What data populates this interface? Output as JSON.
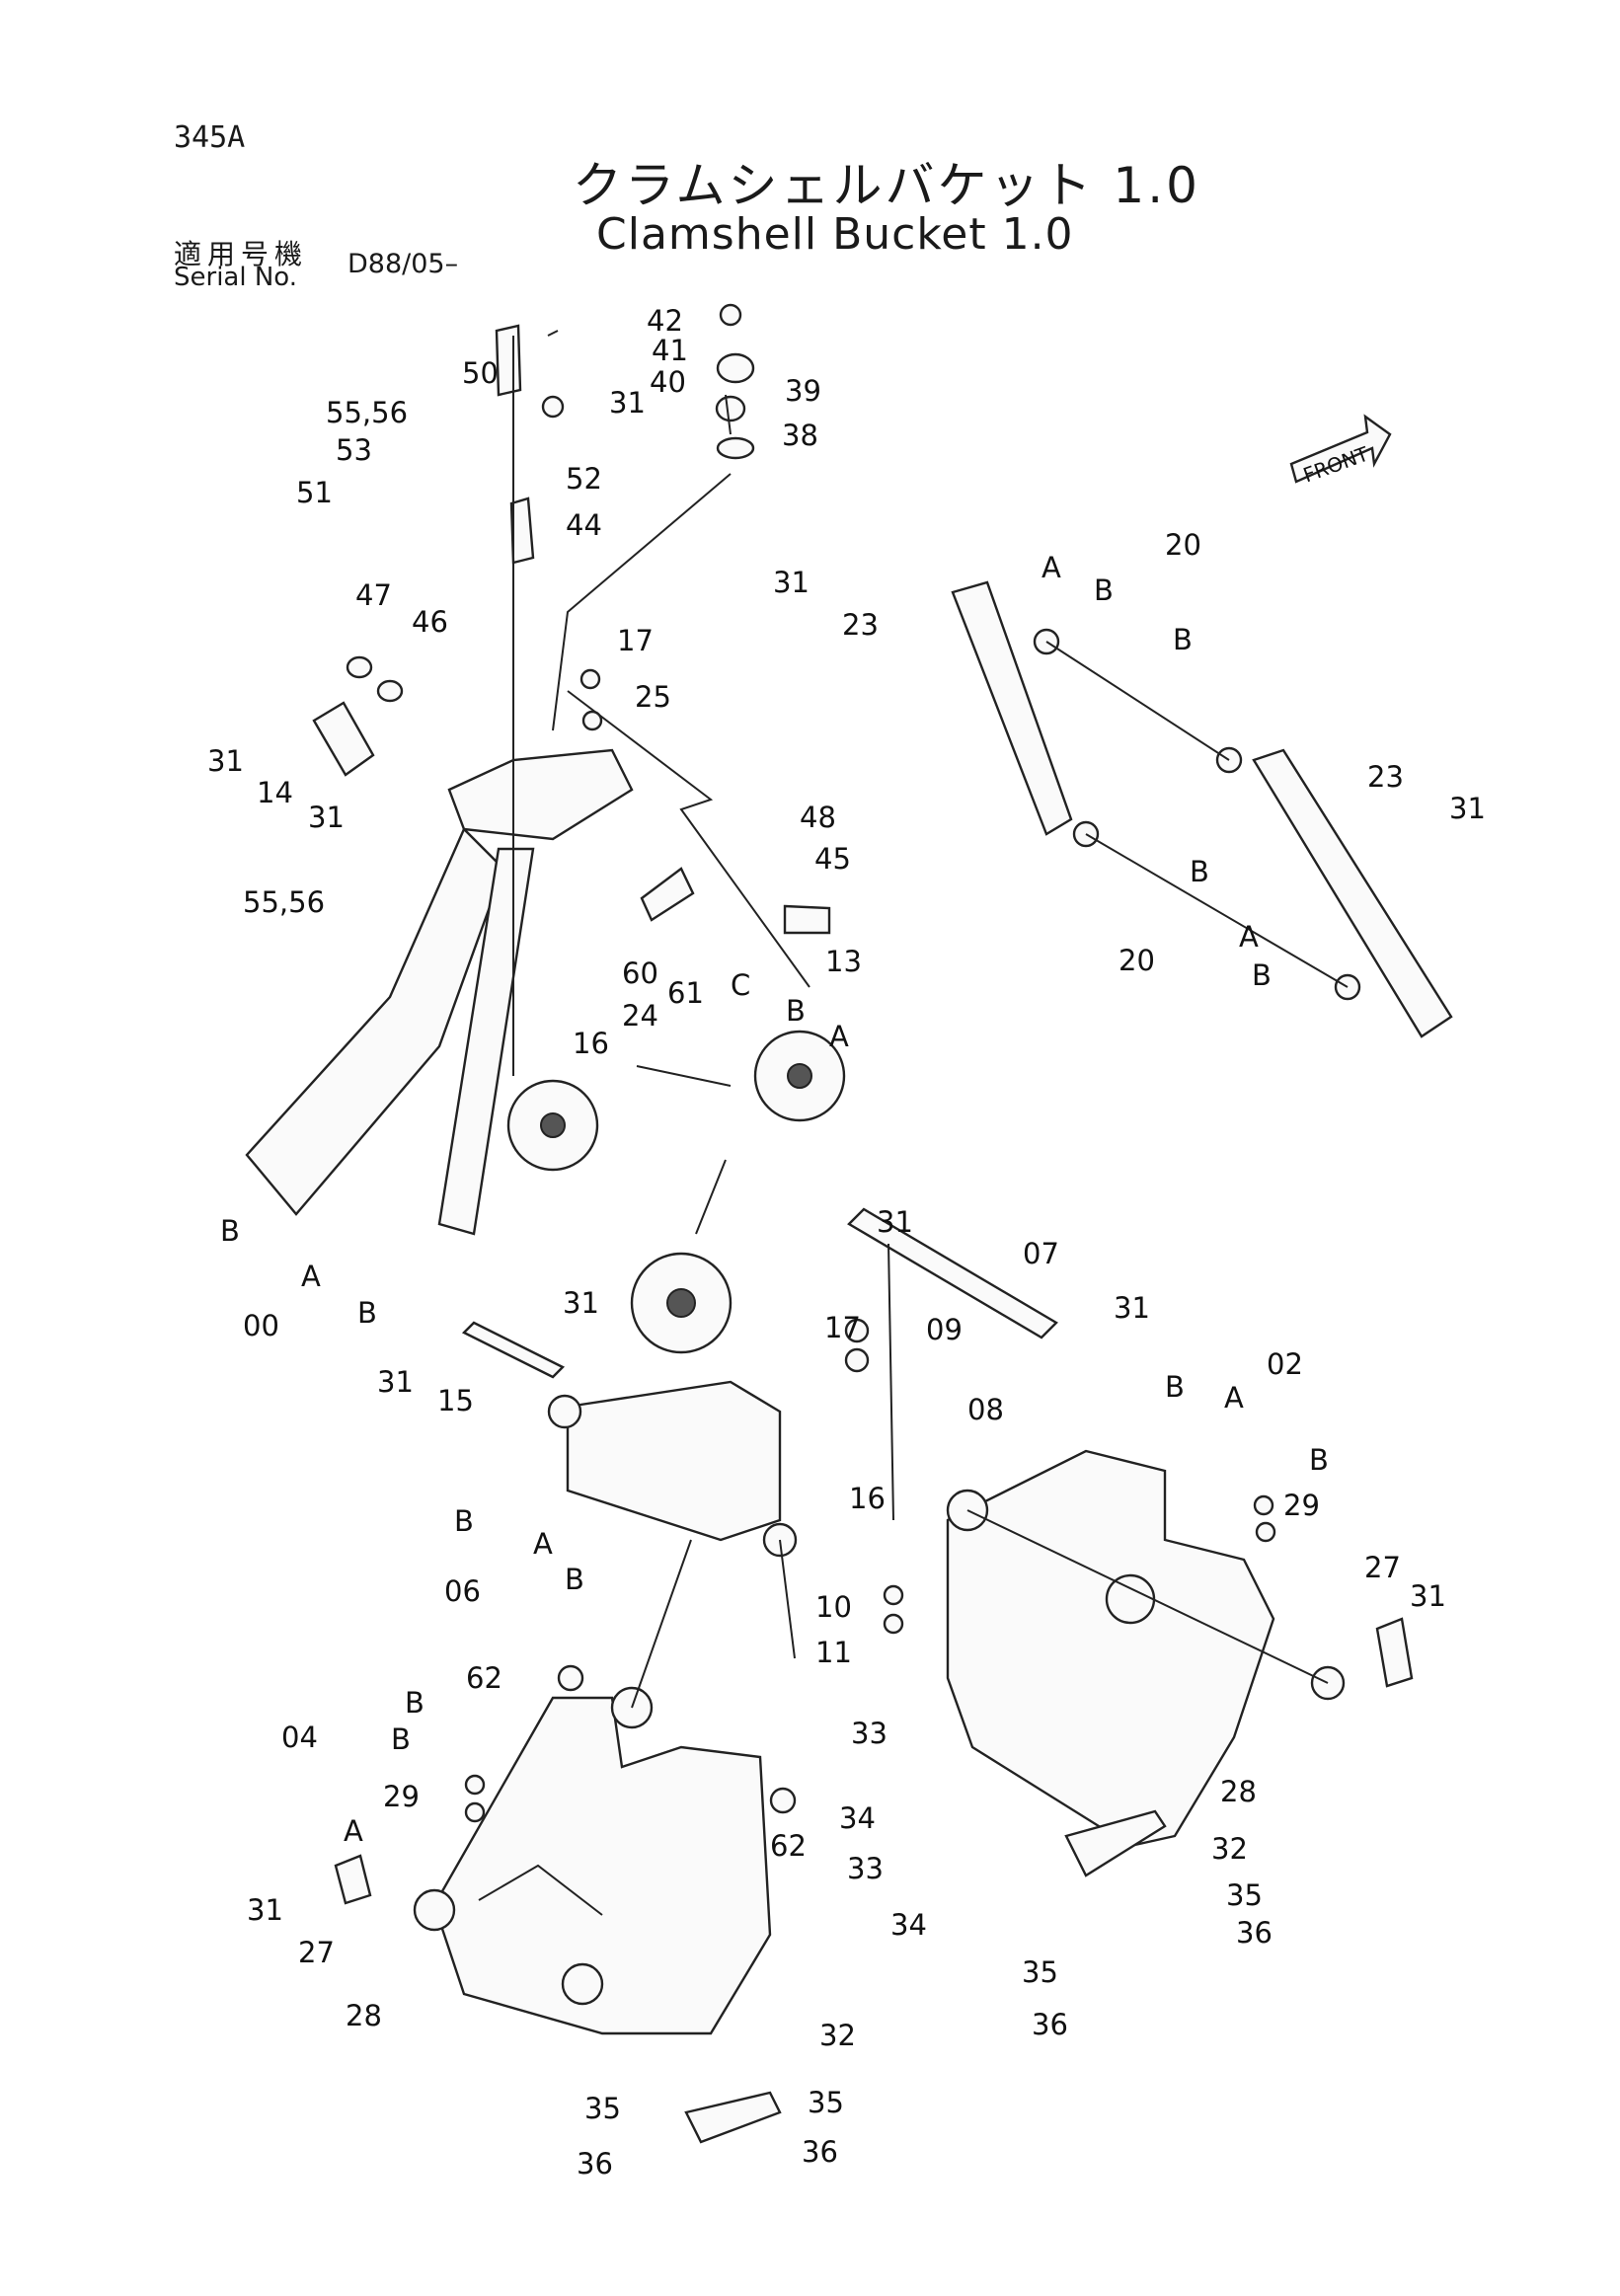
{
  "header": {
    "page_code": "345A",
    "title_jp": "クラムシェルバケット 1.0",
    "title_en": "Clamshell Bucket 1.0",
    "serial_label_jp": "適用号機",
    "serial_label_en": "Serial No.",
    "serial_value": "D88/05–"
  },
  "front_label": "FRONT",
  "callouts": [
    {
      "id": "c42",
      "label": "42"
    },
    {
      "id": "c41",
      "label": "41"
    },
    {
      "id": "c40",
      "label": "40"
    },
    {
      "id": "c39",
      "label": "39"
    },
    {
      "id": "c38",
      "label": "38"
    },
    {
      "id": "c31a",
      "label": "31"
    },
    {
      "id": "c50",
      "label": "50"
    },
    {
      "id": "c5556a",
      "label": "55,56"
    },
    {
      "id": "c53",
      "label": "53"
    },
    {
      "id": "c52",
      "label": "52"
    },
    {
      "id": "c51",
      "label": "51"
    },
    {
      "id": "c44",
      "label": "44"
    },
    {
      "id": "c31b",
      "label": "31"
    },
    {
      "id": "c23a",
      "label": "23"
    },
    {
      "id": "c20a",
      "label": "20"
    },
    {
      "id": "cA1",
      "label": "A"
    },
    {
      "id": "cB1",
      "label": "B"
    },
    {
      "id": "cB2",
      "label": "B"
    },
    {
      "id": "c47",
      "label": "47"
    },
    {
      "id": "c46",
      "label": "46"
    },
    {
      "id": "c17a",
      "label": "17"
    },
    {
      "id": "c25",
      "label": "25"
    },
    {
      "id": "c31c",
      "label": "31"
    },
    {
      "id": "c14",
      "label": "14"
    },
    {
      "id": "c31d",
      "label": "31"
    },
    {
      "id": "c5556b",
      "label": "55,56"
    },
    {
      "id": "c48",
      "label": "48"
    },
    {
      "id": "c45",
      "label": "45"
    },
    {
      "id": "c60",
      "label": "60"
    },
    {
      "id": "c61",
      "label": "61"
    },
    {
      "id": "c24",
      "label": "24"
    },
    {
      "id": "c16a",
      "label": "16"
    },
    {
      "id": "c13",
      "label": "13"
    },
    {
      "id": "cC",
      "label": "C"
    },
    {
      "id": "cB3",
      "label": "B"
    },
    {
      "id": "cA2",
      "label": "A"
    },
    {
      "id": "c23b",
      "label": "23"
    },
    {
      "id": "c31e",
      "label": "31"
    },
    {
      "id": "cB4",
      "label": "B"
    },
    {
      "id": "cA3",
      "label": "A"
    },
    {
      "id": "c20b",
      "label": "20"
    },
    {
      "id": "cB5",
      "label": "B"
    },
    {
      "id": "cB6",
      "label": "B"
    },
    {
      "id": "cA4",
      "label": "A"
    },
    {
      "id": "c00",
      "label": "00"
    },
    {
      "id": "cB7",
      "label": "B"
    },
    {
      "id": "c31f",
      "label": "31"
    },
    {
      "id": "c07",
      "label": "07"
    },
    {
      "id": "c31g",
      "label": "31"
    },
    {
      "id": "c31h",
      "label": "31"
    },
    {
      "id": "c31i",
      "label": "31"
    },
    {
      "id": "c15",
      "label": "15"
    },
    {
      "id": "c17b",
      "label": "17"
    },
    {
      "id": "c09",
      "label": "09"
    },
    {
      "id": "c08",
      "label": "08"
    },
    {
      "id": "cB8",
      "label": "B"
    },
    {
      "id": "c02",
      "label": "02"
    },
    {
      "id": "cA5",
      "label": "A"
    },
    {
      "id": "cB9",
      "label": "B"
    },
    {
      "id": "c29a",
      "label": "29"
    },
    {
      "id": "c16b",
      "label": "16"
    },
    {
      "id": "cB10",
      "label": "B"
    },
    {
      "id": "cA6",
      "label": "A"
    },
    {
      "id": "c06",
      "label": "06"
    },
    {
      "id": "cB11",
      "label": "B"
    },
    {
      "id": "c10",
      "label": "10"
    },
    {
      "id": "c11",
      "label": "11"
    },
    {
      "id": "c27a",
      "label": "27"
    },
    {
      "id": "c31j",
      "label": "31"
    },
    {
      "id": "c62a",
      "label": "62"
    },
    {
      "id": "cB12",
      "label": "B"
    },
    {
      "id": "c04",
      "label": "04"
    },
    {
      "id": "cB13",
      "label": "B"
    },
    {
      "id": "c29b",
      "label": "29"
    },
    {
      "id": "cA7",
      "label": "A"
    },
    {
      "id": "c33a",
      "label": "33"
    },
    {
      "id": "c34a",
      "label": "34"
    },
    {
      "id": "c62b",
      "label": "62"
    },
    {
      "id": "c28a",
      "label": "28"
    },
    {
      "id": "c31k",
      "label": "31"
    },
    {
      "id": "c27b",
      "label": "27"
    },
    {
      "id": "c33b",
      "label": "33"
    },
    {
      "id": "c34b",
      "label": "34"
    },
    {
      "id": "c32a",
      "label": "32"
    },
    {
      "id": "c35a",
      "label": "35"
    },
    {
      "id": "c36a",
      "label": "36"
    },
    {
      "id": "c35b",
      "label": "35"
    },
    {
      "id": "c36b",
      "label": "36"
    },
    {
      "id": "c28b",
      "label": "28"
    },
    {
      "id": "c32b",
      "label": "32"
    },
    {
      "id": "c35c",
      "label": "35"
    },
    {
      "id": "c35d",
      "label": "35"
    },
    {
      "id": "c36c",
      "label": "36"
    },
    {
      "id": "c36d",
      "label": "36"
    }
  ]
}
